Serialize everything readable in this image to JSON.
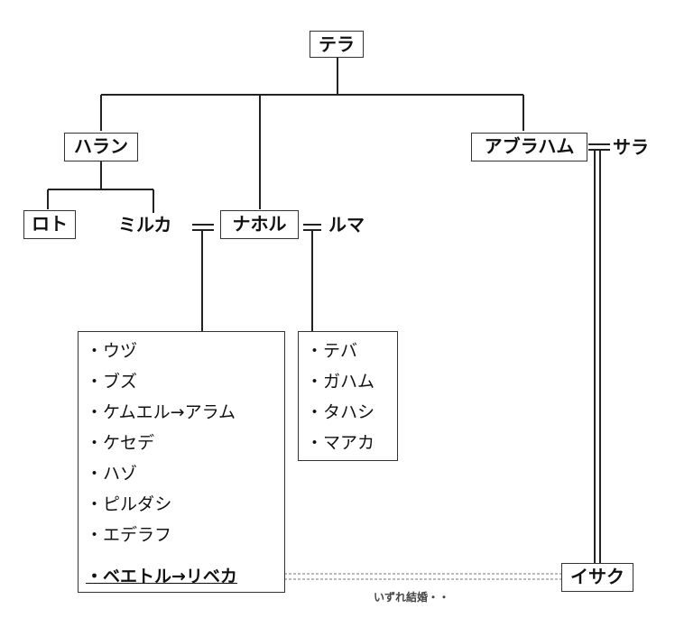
{
  "nodes": {
    "tera": "テラ",
    "haran": "ハラン",
    "abraham": "アブラハム",
    "sara": "サラ",
    "lot": "ロト",
    "milka": "ミルカ",
    "nahor": "ナホル",
    "ruma": "ルマ",
    "isaac": "イサク"
  },
  "milka_children": [
    "・ウヅ",
    "・ブズ",
    "・ケムエル→アラム",
    "・ケセデ",
    "・ハゾ",
    "・ピルダシ",
    "・エデラフ",
    "・ベエトル→リベカ"
  ],
  "ruma_children": [
    "・テバ",
    "・ガハム",
    "・タハシ",
    "・マアカ"
  ],
  "marriage_note": "いずれ結婚・・",
  "colors": {
    "line": "#222222",
    "dashed": "#bbbbbb"
  }
}
